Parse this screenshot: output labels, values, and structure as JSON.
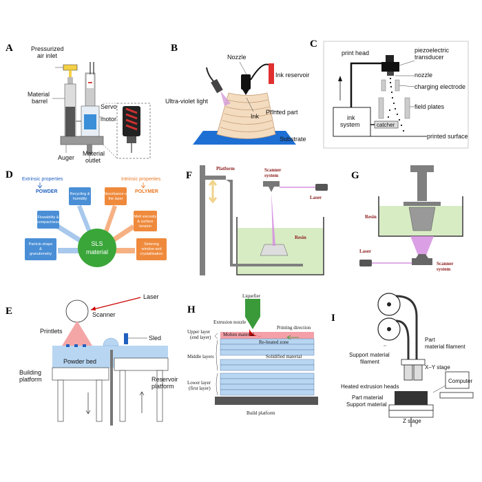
{
  "panels": {
    "A": {
      "label": "A",
      "pressurized": "Pressurized",
      "air_inlet": "air inlet",
      "material": "Material",
      "barrel": "barrel",
      "servo": "Servo",
      "motor": "motor",
      "auger": "Auger",
      "material2": "Material",
      "outlet": "outlet"
    },
    "B": {
      "label": "B",
      "nozzle": "Nozzle",
      "ink_reservoir": "Ink reservoir",
      "uv_light": "Ultra-violet light",
      "ink": "Ink",
      "printed_part": "Printed part",
      "substrate": "Substrate"
    },
    "C": {
      "label": "C",
      "print_head": "print head",
      "piezo1": "piezoelectric",
      "piezo2": "transducer",
      "nozzle": "nozzle",
      "charging": "charging electrode",
      "field_plates": "field plates",
      "ink": "ink",
      "system": "system",
      "catcher": "catcher",
      "printed_surface": "printed surface"
    },
    "D": {
      "label": "D",
      "extrinsic": "Extrinsic properties",
      "powder": "POWDER",
      "intrinsic": "Intrinsic properties",
      "polymer": "POLYMER",
      "center1": "SLS",
      "center2": "material",
      "boxes": [
        {
          "l1": "Recycling &",
          "l2": "humidity",
          "l3": ""
        },
        {
          "l1": "Absorbance of",
          "l2": "the laser",
          "l3": ""
        },
        {
          "l1": "Flowability &",
          "l2": "compactness",
          "l3": ""
        },
        {
          "l1": "Melt viscosity",
          "l2": "& surface",
          "l3": "tension"
        },
        {
          "l1": "Particle shape",
          "l2": "&",
          "l3": "granulometry"
        },
        {
          "l1": "Sintering",
          "l2": "window and",
          "l3": "crystallisation"
        }
      ]
    },
    "F": {
      "label": "F",
      "platform": "Platform",
      "scanner1": "Scanner",
      "scanner2": "system",
      "laser": "Laser",
      "resin": "Resin"
    },
    "G": {
      "label": "G",
      "resin": "Resin",
      "laser": "Laser",
      "scanner1": "Scanner",
      "scanner2": "system"
    },
    "E": {
      "label": "E",
      "laser": "Laser",
      "scanner": "Scanner",
      "printlets": "Printlets",
      "sled": "Sled",
      "powder_bed": "Powder bed",
      "building1": "Building",
      "building2": "platform",
      "reservoir1": "Reservoir",
      "reservoir2": "platform"
    },
    "H": {
      "label": "H",
      "liquefier": "Liquefier",
      "extrusion_nozzle": "Extrusion nozzle",
      "printing_direction": "Printing direction",
      "upper1": "Upper layer",
      "upper2": "(end layer)",
      "molten": "Molten material",
      "reheated": "Re-heated zone",
      "middle": "Middle layers",
      "solidified": "Solidified material",
      "lower1": "Lower layer",
      "lower2": "(first layer)",
      "build_platform": "Build platform"
    },
    "I": {
      "label": "I",
      "part1": "Part",
      "part2": "material filament",
      "support1": "Support material",
      "support2": "filament",
      "xy_stage": "X–Y stage",
      "computer": "Computer",
      "heated": "Heated extrusion heads",
      "part_material": "Part material",
      "support_material": "Support material",
      "z_stage": "Z stage"
    }
  },
  "colors": {
    "blue": "#1f5fbf",
    "orange": "#e87722",
    "green": "#3aa63a",
    "resin": "#d8ecc4",
    "gray": "#808080"
  }
}
